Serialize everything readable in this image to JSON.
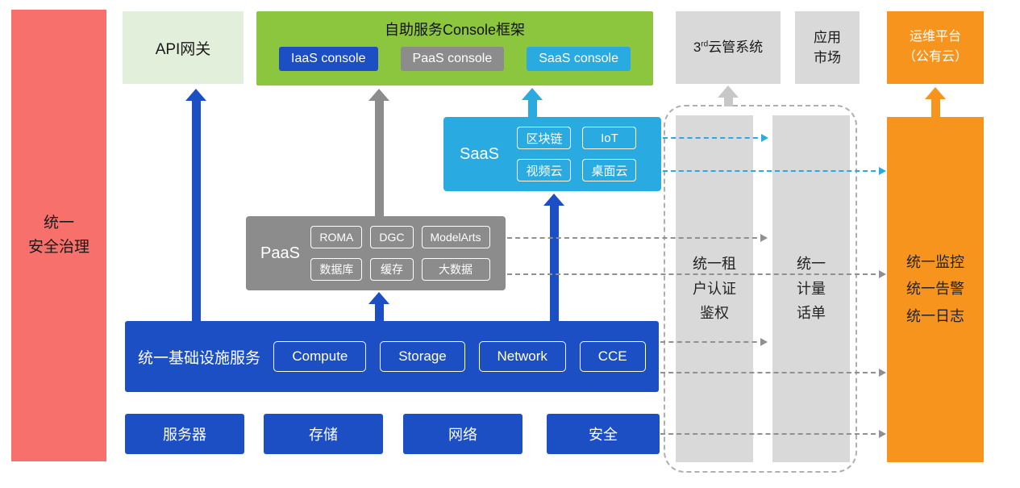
{
  "left_bar": {
    "label": "统一\n安全治理"
  },
  "api_gateway": {
    "label": "API网关"
  },
  "console": {
    "title": "自助服务Console框架",
    "items": [
      {
        "label": "IaaS console"
      },
      {
        "label": "PaaS console"
      },
      {
        "label": "SaaS console"
      }
    ]
  },
  "third_cloud": {
    "num": "3",
    "sup": "rd",
    "rest": "云管系统"
  },
  "app_market": {
    "label": "应用\n市场"
  },
  "ops_platform": {
    "label": "运维平台\n（公有云）"
  },
  "saas": {
    "label": "SaaS",
    "items": [
      "区块链",
      "IoT",
      "视频云",
      "桌面云"
    ]
  },
  "paas": {
    "label": "PaaS",
    "items": [
      "ROMA",
      "DGC",
      "ModelArts",
      "数据库",
      "缓存",
      "大数据"
    ]
  },
  "infra": {
    "label": "统一基础设施服务",
    "items": [
      "Compute",
      "Storage",
      "Network",
      "CCE"
    ]
  },
  "bottom_boxes": [
    "服务器",
    "存储",
    "网络",
    "安全"
  ],
  "auth_bar": {
    "label": "统一租\n户认证\n鉴权"
  },
  "metering_bar": {
    "label": "统一\n计量\n话单"
  },
  "monitor_bar": {
    "label": "统一监控\n统一告警\n统一日志"
  },
  "colors": {
    "blue": "#1c4fc4",
    "cyan": "#29abe2",
    "green": "#8cc63f",
    "light_green": "#e2efda",
    "gray": "#8c8c8c",
    "light_gray": "#d9d9d9",
    "orange": "#f7941e",
    "red": "#f7706b"
  }
}
